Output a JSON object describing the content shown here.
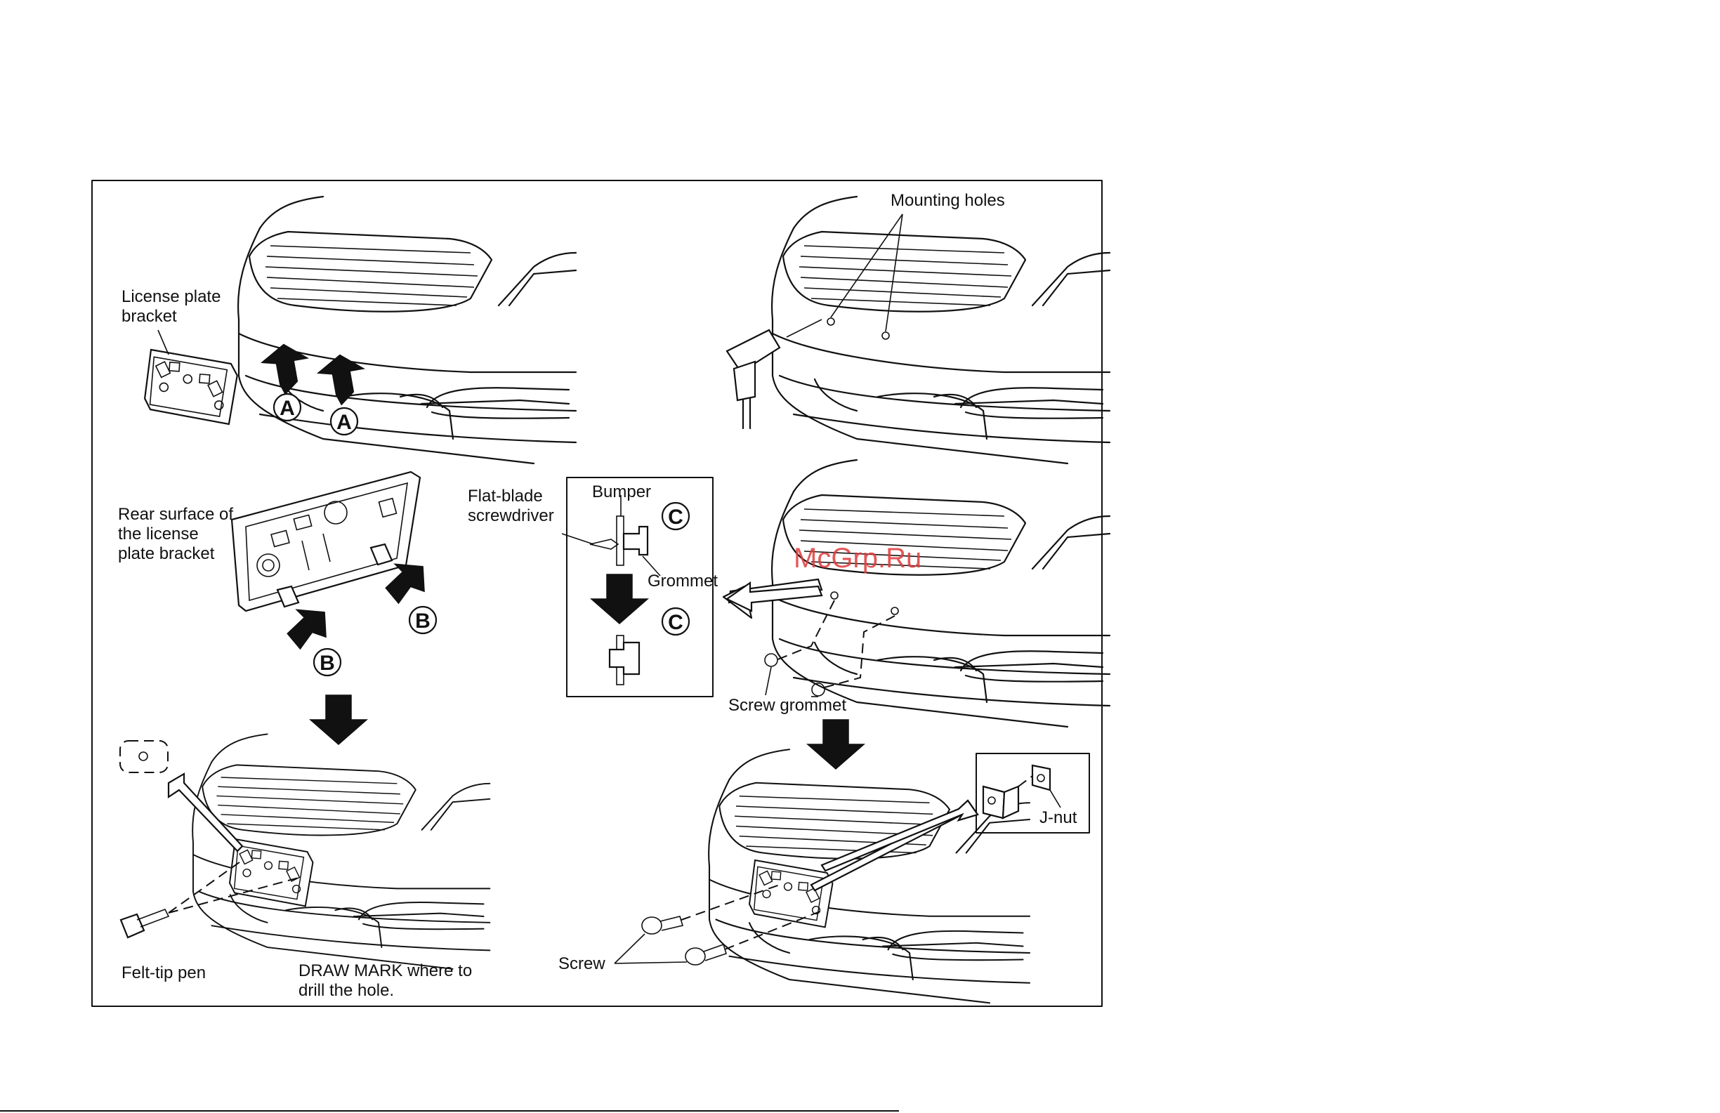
{
  "labels": {
    "license_plate_bracket_1": "License plate",
    "license_plate_bracket_2": "bracket",
    "rear_surface_1": "Rear surface of",
    "rear_surface_2": "the license",
    "rear_surface_3": "plate bracket",
    "felt_tip_pen": "Felt-tip pen",
    "draw_mark_1": "DRAW MARK where to",
    "draw_mark_2": "drill the hole.",
    "mounting_holes": "Mounting holes",
    "flat_blade_1": "Flat-blade",
    "flat_blade_2": "screwdriver",
    "bumper": "Bumper",
    "grommet": "Grommet",
    "screw_grommet": "Screw grommet",
    "j_nut": "J-nut",
    "screw": "Screw"
  },
  "callouts": {
    "a": "A",
    "b": "B",
    "c": "C"
  },
  "watermark": "McGrp.Ru",
  "colors": {
    "line": "#111111",
    "watermark": "#e03a3a",
    "background": "#ffffff"
  }
}
